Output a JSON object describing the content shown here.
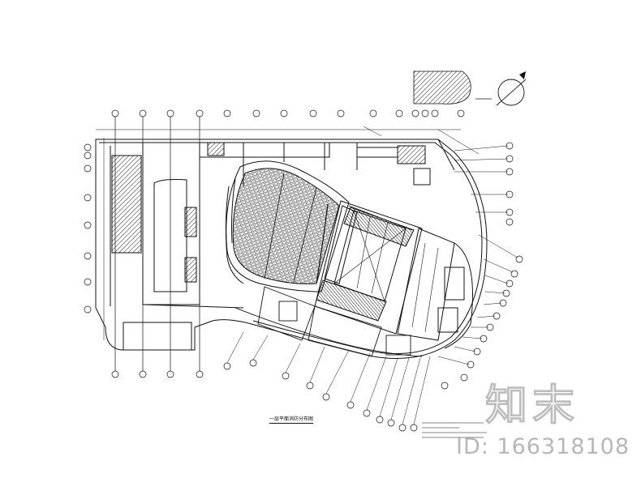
{
  "drawing": {
    "title": "一层平面消防分布图",
    "colors": {
      "line": "#111111",
      "hatch": "#222222",
      "watermark": "#bdbdbd"
    }
  },
  "watermark": {
    "logo_text": "知末",
    "id_text": "ID: 166318108"
  }
}
